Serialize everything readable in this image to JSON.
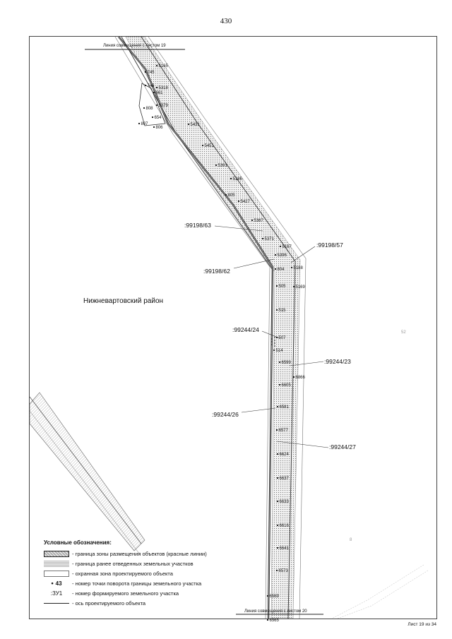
{
  "page_number": "430",
  "sheet_label": "Лист 19 из 34",
  "match_lines": {
    "top": "Линия совмещения с листом 19",
    "bottom": "Линия совмещения с листом 20"
  },
  "region_label": "Нижневартовский район",
  "parcel_labels": [
    ":99198/63",
    ":99198/62",
    ":99198/57",
    ":99244/24",
    ":99244/23",
    ":99244/26",
    ":99244/27"
  ],
  "point_labels": [
    "745",
    "5165",
    "746",
    "5318",
    "661",
    "808",
    "5379",
    "654",
    "807",
    "806",
    "5431",
    "5451",
    "5391",
    "5186",
    "805",
    "5427",
    "5387",
    "5371",
    "5167",
    "5396",
    "804",
    "5188",
    "505",
    "5169",
    "515",
    "507",
    "514",
    "6599",
    "6866",
    "6605",
    "6581",
    "6577",
    "6624",
    "6637",
    "6633",
    "6616",
    "6641",
    "6573",
    "6569",
    "6565"
  ],
  "faint_labels": [
    "52",
    "8"
  ],
  "legend": {
    "title": "Условные обозначения:",
    "items": [
      {
        "symbol": "red-lines",
        "label": "- граница зоны размещения объектов (красные линии)"
      },
      {
        "symbol": "prev-plots",
        "label": "- граница ранее отведенных земельных участков"
      },
      {
        "symbol": "guard-zone",
        "label": "- охранная зона проектируемого объекта"
      },
      {
        "symbol": "point",
        "symbol_text": "43",
        "label": "- номер точки поворота границы земельного участка"
      },
      {
        "symbol": "parcel",
        "symbol_text": ":ЗУ1",
        "label": "- номер формируемого земельного участка"
      },
      {
        "symbol": "axis",
        "label": "- ось проектируемого объекта"
      }
    ]
  }
}
